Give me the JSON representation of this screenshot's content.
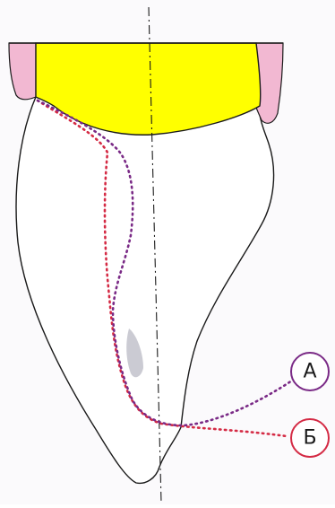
{
  "labels": {
    "a": "А",
    "b": "Б"
  },
  "colors": {
    "crown_fill": "#ffff00",
    "gingiva_fill": "#f2b8d2",
    "outline": "#1a1a1a",
    "label_a": "#7a2a86",
    "label_b": "#d42a44",
    "axis_line": "#1a1a1a",
    "stain": "#a9a9b5"
  },
  "icons": {
    "axis": "dash-dot-line",
    "path_a": "dotted-curve-purple",
    "path_b": "dotted-curve-red"
  }
}
